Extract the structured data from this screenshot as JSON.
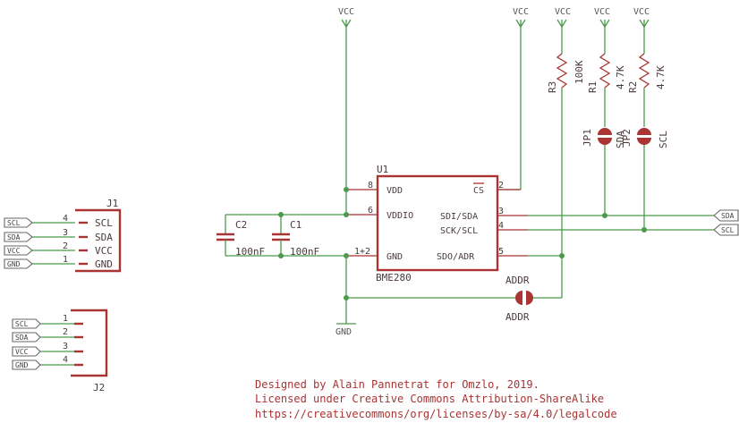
{
  "power": {
    "vcc": "VCC",
    "gnd": "GND"
  },
  "u1": {
    "ref": "U1",
    "part": "BME280",
    "pins": {
      "vdd": "VDD",
      "vddio": "VDDIO",
      "gnd": "GND",
      "cs": "CS",
      "sdi_sda": "SDI/SDA",
      "sck_scl": "SCK/SCL",
      "sdo_adr": "SDO/ADR"
    },
    "pin_numbers": {
      "vdd": "8",
      "vddio": "6",
      "gnd": "1+2",
      "cs": "2",
      "sdi_sda": "3",
      "sck_scl": "4",
      "sdo_adr": "5"
    }
  },
  "c1": {
    "ref": "C1",
    "value": "100nF"
  },
  "c2": {
    "ref": "C2",
    "value": "100nF"
  },
  "r1": {
    "ref": "R1",
    "value": "4.7K"
  },
  "r2": {
    "ref": "R2",
    "value": "4.7K"
  },
  "r3": {
    "ref": "R3",
    "value": "100K"
  },
  "jp1": {
    "ref": "JP1",
    "label": "SDA"
  },
  "jp2": {
    "ref": "JP2",
    "label": "SCL"
  },
  "addr_jumper": {
    "label_top": "ADDR",
    "label_bottom": "ADDR"
  },
  "net_flags": {
    "sda": "SDA",
    "scl": "SCL",
    "vcc": "VCC",
    "gnd": "GND"
  },
  "j1": {
    "ref": "J1",
    "pins": [
      {
        "num": "4",
        "name": "SCL",
        "flag": "SCL"
      },
      {
        "num": "3",
        "name": "SDA",
        "flag": "SDA"
      },
      {
        "num": "2",
        "name": "VCC",
        "flag": "VCC"
      },
      {
        "num": "1",
        "name": "GND",
        "flag": "GND"
      }
    ]
  },
  "j2": {
    "ref": "J2",
    "pins": [
      {
        "num": "1",
        "flag": "SCL"
      },
      {
        "num": "2",
        "flag": "SDA"
      },
      {
        "num": "3",
        "flag": "VCC"
      },
      {
        "num": "4",
        "flag": "GND"
      }
    ]
  },
  "credits": {
    "line1": "Designed by Alain Pannetrat for Omzlo, 2019.",
    "line2": "Licensed under Creative Commons Attribution-ShareAlike",
    "line3": "https://creativecommons/org/licenses/by-sa/4.0/legalcode"
  }
}
